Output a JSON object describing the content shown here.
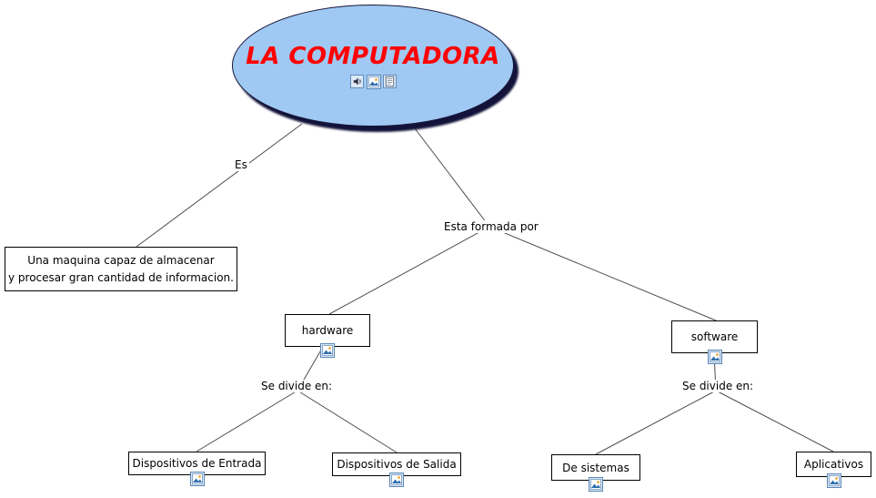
{
  "root_node": {
    "label": "LA COMPUTADORA",
    "resource_icons": [
      "audio-icon",
      "image-icon",
      "document-icon"
    ]
  },
  "linking_phrases": {
    "es": "Es",
    "esta_formada_por": "Esta formada por",
    "se_divide_hw": "Se divide en:",
    "se_divide_sw": "Se divide en:"
  },
  "concepts": {
    "definition": {
      "line1": "Una maquina capaz de almacenar",
      "line2": "y procesar gran cantidad de informacion."
    },
    "hardware": {
      "label": "hardware",
      "icon": "image-icon"
    },
    "software": {
      "label": "software",
      "icon": "image-icon"
    },
    "entrada": {
      "label": "Dispositivos de Entrada",
      "icon": "image-icon"
    },
    "salida": {
      "label": "Dispositivos de Salida",
      "icon": "image-icon"
    },
    "sistemas": {
      "label": "De sistemas",
      "icon": "image-icon"
    },
    "aplicativos": {
      "label": "Aplicativos",
      "icon": "image-icon"
    }
  },
  "colors": {
    "ellipse_fill": "#9fc8f2",
    "ellipse_shadow": "#12123a",
    "title": "#ff0000",
    "connection_line": "#4d4d4d",
    "node_border": "#000000"
  }
}
